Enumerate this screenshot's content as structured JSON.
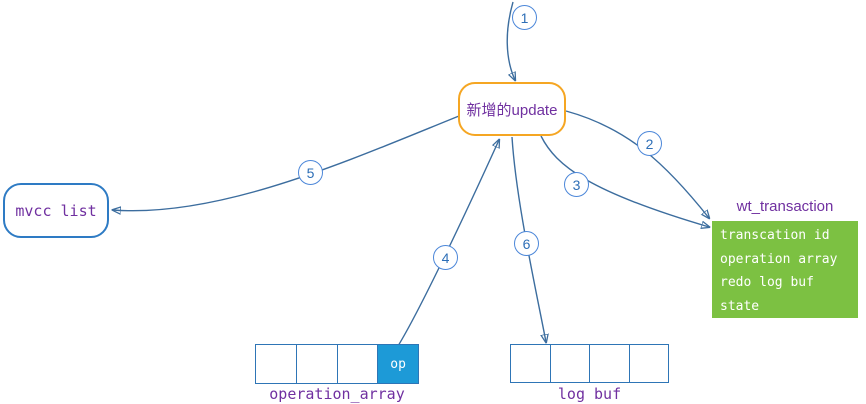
{
  "update_node": {
    "label": "新增的update"
  },
  "mvcc_node": {
    "label": "mvcc list"
  },
  "wt_transaction": {
    "title": "wt_transaction",
    "fields": [
      "transcation id",
      "operation array",
      "redo log buf",
      "state"
    ]
  },
  "operation_array": {
    "label": "operation_array",
    "cells": [
      "",
      "",
      "",
      "op"
    ]
  },
  "log_buf": {
    "label": "log buf",
    "cells": [
      "",
      "",
      "",
      ""
    ]
  },
  "steps": [
    "1",
    "2",
    "3",
    "4",
    "5",
    "6"
  ],
  "colors": {
    "line": "#3c6d9e",
    "step_circle_border": "#4c87d9",
    "step_number": "#2e6fb7",
    "update_border": "#f5a623",
    "mvcc_border": "#2e7bc4",
    "purple_text": "#7030a0",
    "green_box": "#7cc142",
    "op_cell_fill": "#1d9ad7",
    "cell_border": "#2e75b6"
  }
}
